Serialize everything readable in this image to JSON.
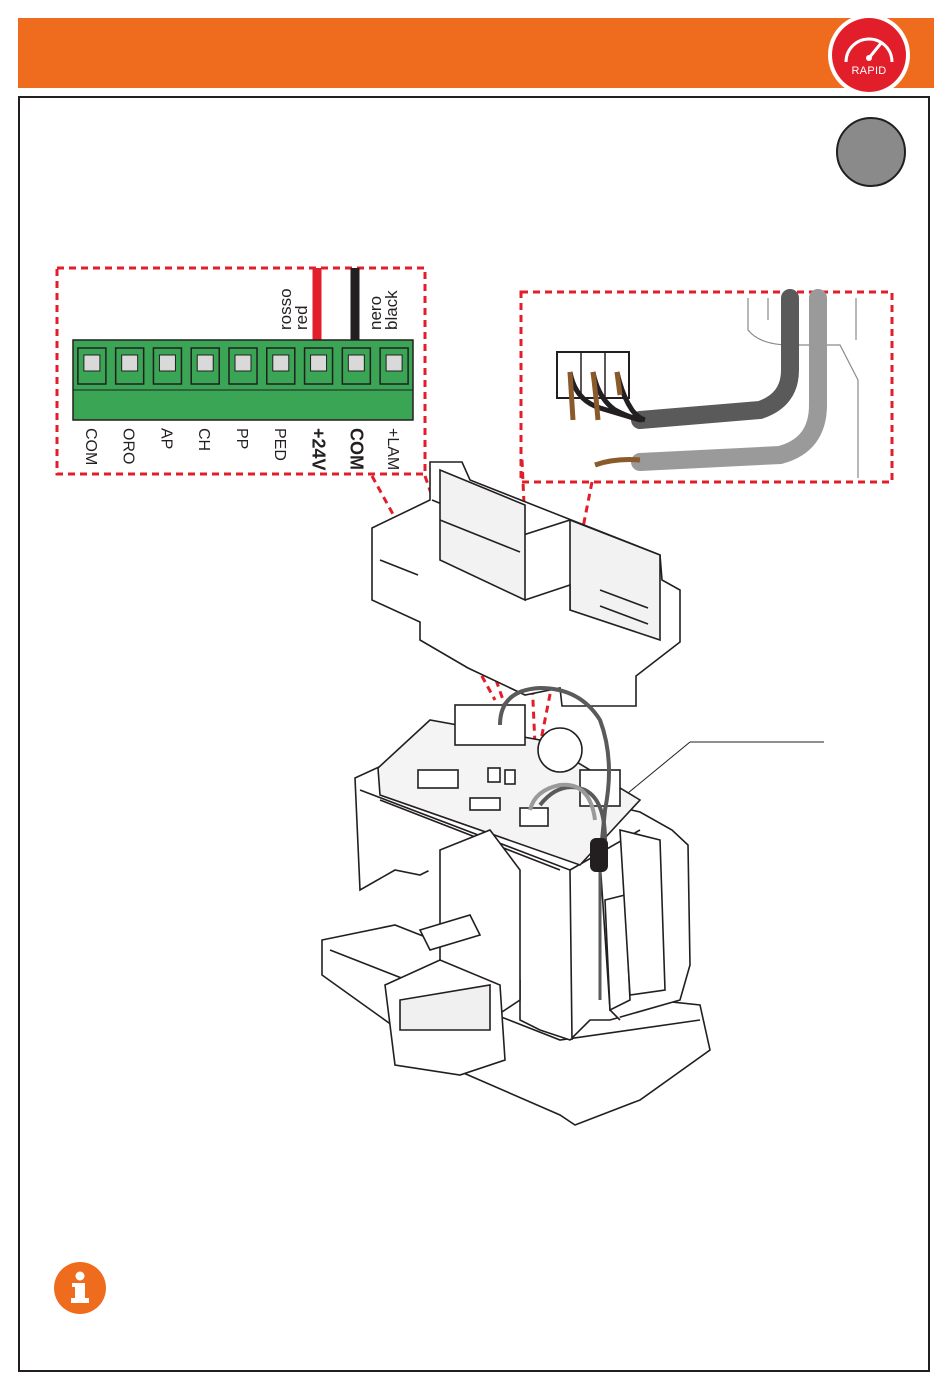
{
  "header": {
    "badge_text": "RAPID",
    "accent_color": "#ef6c1f",
    "badge_color": "#e31e2b"
  },
  "step": {
    "color": "#8a8a8a"
  },
  "terminal_block": {
    "wire_labels": [
      {
        "it": "rosso",
        "en": "red",
        "color": "#e31e2b"
      },
      {
        "it": "nero",
        "en": "black",
        "color": "#231f20"
      }
    ],
    "terminals": [
      {
        "label": "COM",
        "bold": false
      },
      {
        "label": "ORO",
        "bold": false
      },
      {
        "label": "AP",
        "bold": false
      },
      {
        "label": "CH",
        "bold": false
      },
      {
        "label": "PP",
        "bold": false
      },
      {
        "label": "PED",
        "bold": false
      },
      {
        "label": "+24V",
        "bold": true
      },
      {
        "label": "COM",
        "bold": true
      },
      {
        "label": "+LAM",
        "bold": false
      }
    ],
    "terminal_color": "#3aa655"
  },
  "info": {
    "icon": "info-icon",
    "symbol": "i"
  },
  "callout_color": "#e31e2b"
}
